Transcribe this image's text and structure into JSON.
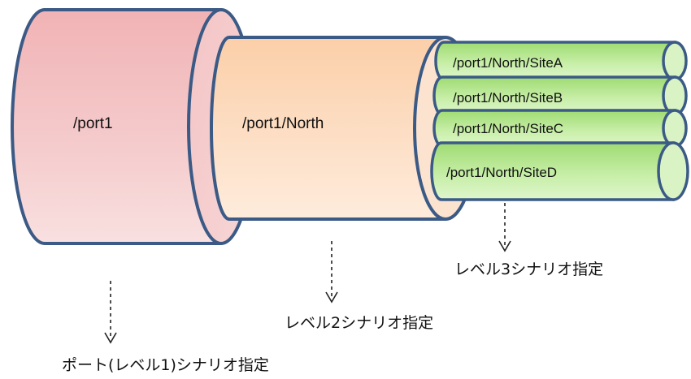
{
  "pipes": {
    "level1": {
      "label": "/port1"
    },
    "level2": {
      "label": "/port1/North"
    },
    "level3": [
      {
        "label": "/port1/North/SiteA"
      },
      {
        "label": "/port1/North/SiteB"
      },
      {
        "label": "/port1/North/SiteC"
      },
      {
        "label": "/port1/North/SiteD"
      }
    ]
  },
  "captions": {
    "level1": "ポート(レベル1)シナリオ指定",
    "level2": "レベル2シナリオ指定",
    "level3": "レベル3シナリオ指定"
  },
  "colors": {
    "outline": "#3b5a85",
    "level1_fill": "#f1b8ba",
    "level2_fill": "#fbd5b5",
    "level3_fill": "#b4e38f",
    "arrow": "#222222"
  }
}
